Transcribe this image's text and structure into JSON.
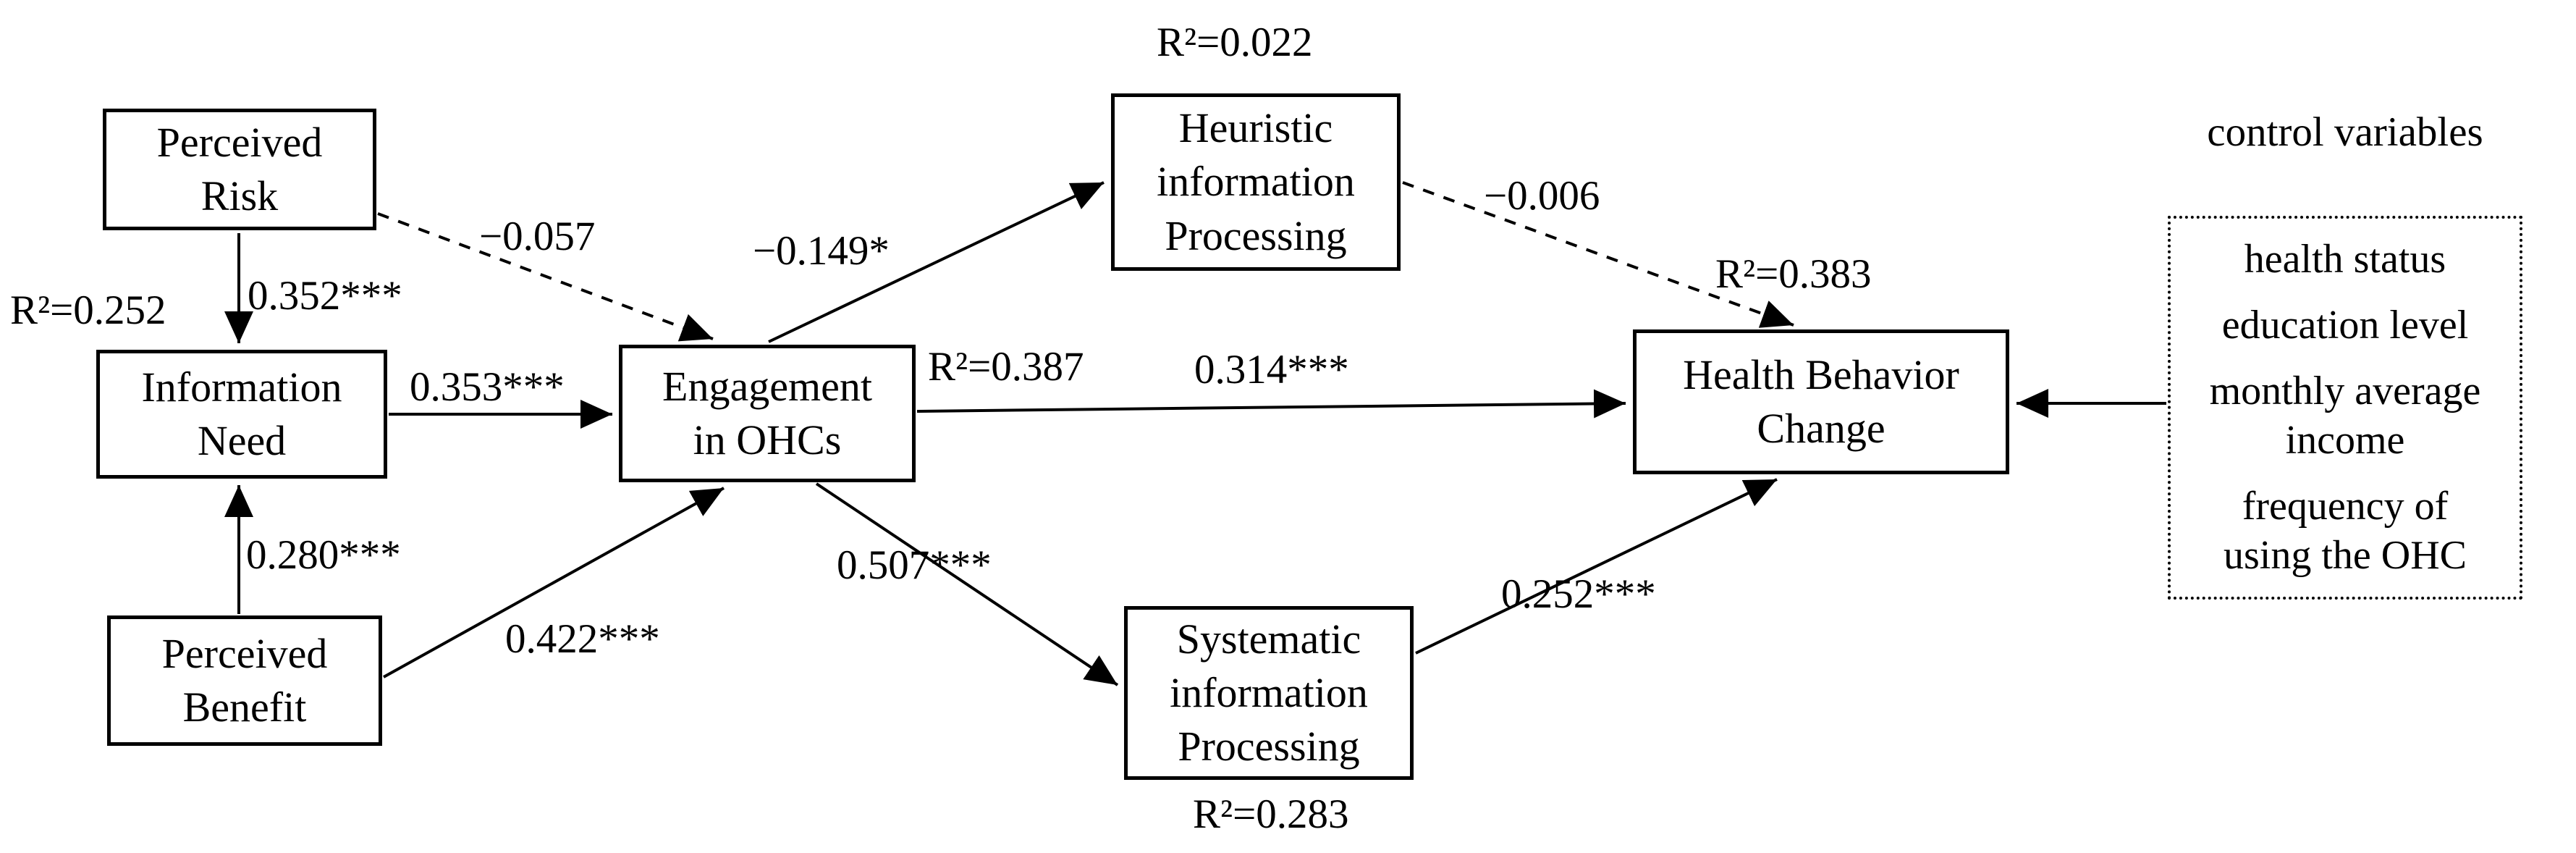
{
  "nodes": {
    "perceived_risk": "Perceived\nRisk",
    "information_need": "Information\nNeed",
    "perceived_benefit": "Perceived\nBenefit",
    "engagement": "Engagement\nin OHCs",
    "heuristic": "Heuristic\ninformation\nProcessing",
    "systematic": "Systematic\ninformation\nProcessing",
    "health_behavior": "Health Behavior\nChange"
  },
  "control": {
    "title": "control variables",
    "items": [
      "health status",
      "education level",
      "monthly average\nincome",
      "frequency of\nusing the OHC"
    ]
  },
  "r2": {
    "information_need": "R²=0.252",
    "engagement": "R²=0.387",
    "heuristic": "R²=0.022",
    "systematic": "R²=0.283",
    "health_behavior": "R²=0.383"
  },
  "coefficients": {
    "risk_to_need": "0.352***",
    "need_to_engagement": "0.353***",
    "benefit_to_need": "0.280***",
    "benefit_to_engagement": "0.422***",
    "risk_to_engagement": "−0.057",
    "engagement_to_heuristic": "−0.149*",
    "engagement_to_health": "0.314***",
    "engagement_to_systematic": "0.507***",
    "heuristic_to_health": "−0.006",
    "systematic_to_health": "0.252***"
  },
  "colors": {
    "line": "#000000",
    "text": "#000000",
    "background": "#ffffff"
  }
}
